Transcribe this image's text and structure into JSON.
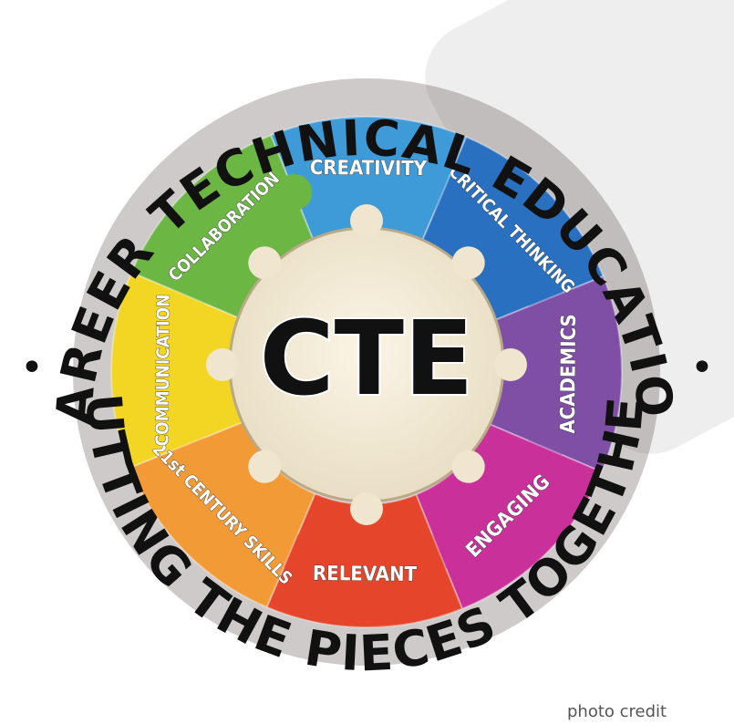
{
  "top_arc_text": "CAREER TECHNICAL EDUCATION",
  "bottom_arc_text": "PUTTING THE PIECES TOGETHER",
  "separator_glyph": "•",
  "center_label": "CTE",
  "pieces": [
    {
      "label": "CREATIVITY",
      "color": "#3f9ad8"
    },
    {
      "label": "CRITICAL THINKING",
      "color": "#2a70c0"
    },
    {
      "label": "ACADEMICS",
      "color": "#7f4fa6"
    },
    {
      "label": "ENGAGING",
      "color": "#c9309a"
    },
    {
      "label": "RELEVANT",
      "color": "#e5452a"
    },
    {
      "label": "21st CENTURY SKILLS",
      "color": "#f29a36"
    },
    {
      "label": "COMMUNICATION",
      "color": "#f3d524"
    },
    {
      "label": "COLLABORATION",
      "color": "#6cb744"
    }
  ],
  "center_color": "#f0e6cf",
  "photo_credit": "photo credit"
}
